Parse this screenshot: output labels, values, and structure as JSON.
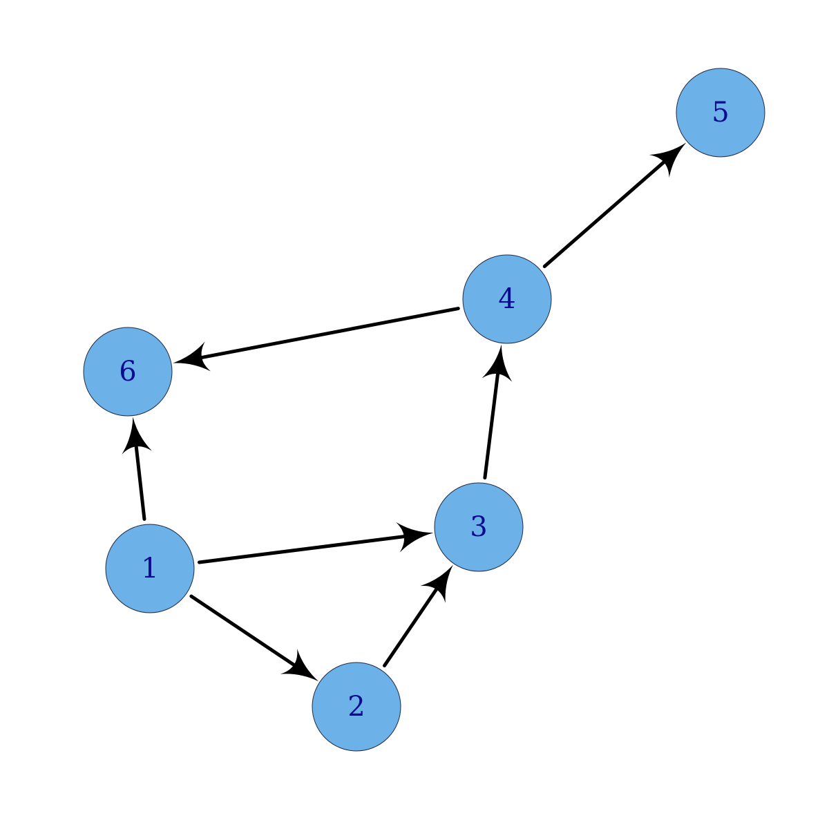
{
  "graph": {
    "node_fill": "#6cb1e8",
    "node_stroke": "#1f2a44",
    "label_color": "#0b0b8f",
    "edge_color": "#000000",
    "directed": true,
    "nodes": [
      {
        "id": "1",
        "label": "1"
      },
      {
        "id": "2",
        "label": "2"
      },
      {
        "id": "3",
        "label": "3"
      },
      {
        "id": "4",
        "label": "4"
      },
      {
        "id": "5",
        "label": "5"
      },
      {
        "id": "6",
        "label": "6"
      }
    ],
    "edges": [
      {
        "from": "1",
        "to": "2"
      },
      {
        "from": "1",
        "to": "3"
      },
      {
        "from": "1",
        "to": "6"
      },
      {
        "from": "2",
        "to": "3"
      },
      {
        "from": "3",
        "to": "4"
      },
      {
        "from": "4",
        "to": "5"
      },
      {
        "from": "4",
        "to": "6"
      }
    ]
  }
}
